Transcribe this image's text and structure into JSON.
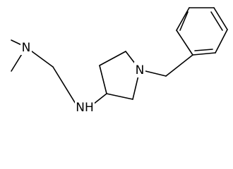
{
  "atoms": {
    "dimethyl_nitrogen": "N",
    "secondary_amine": "NH",
    "ring_nitrogen": "N"
  },
  "colors": {
    "bond": "#000000",
    "background": "#ffffff"
  }
}
